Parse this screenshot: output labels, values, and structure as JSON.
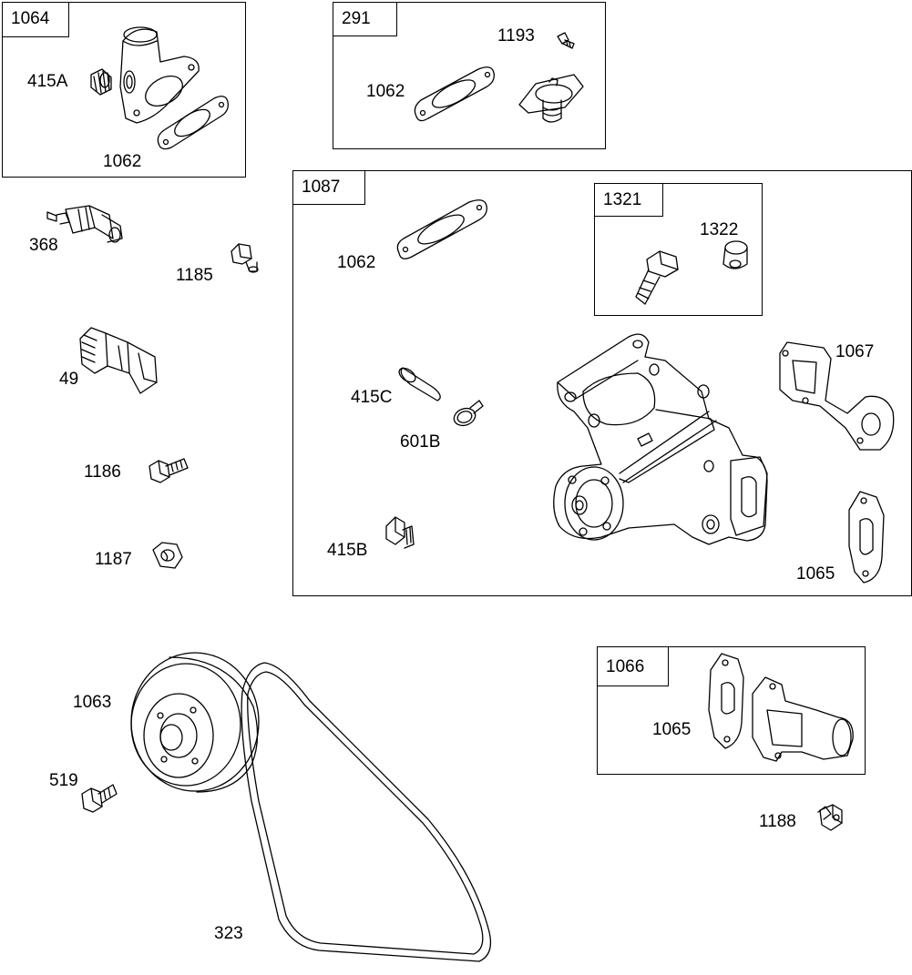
{
  "boxes": {
    "b1064": "1064",
    "b291": "291",
    "b1087": "1087",
    "b1321": "1321",
    "b1066": "1066"
  },
  "labels": {
    "l415A": "415A",
    "l1062a": "1062",
    "l1193": "1193",
    "l1062b": "1062",
    "l368": "368",
    "l1185": "1185",
    "l1062c": "1062",
    "l1322": "1322",
    "l49": "49",
    "l415C": "415C",
    "l601B": "601B",
    "l1067": "1067",
    "l1186": "1186",
    "l1187": "1187",
    "l415B": "415B",
    "l1065a": "1065",
    "l1063": "1063",
    "l1065b": "1065",
    "l519": "519",
    "l1188": "1188",
    "l323": "323"
  },
  "colors": {
    "line": "#000000",
    "background": "#ffffff"
  }
}
